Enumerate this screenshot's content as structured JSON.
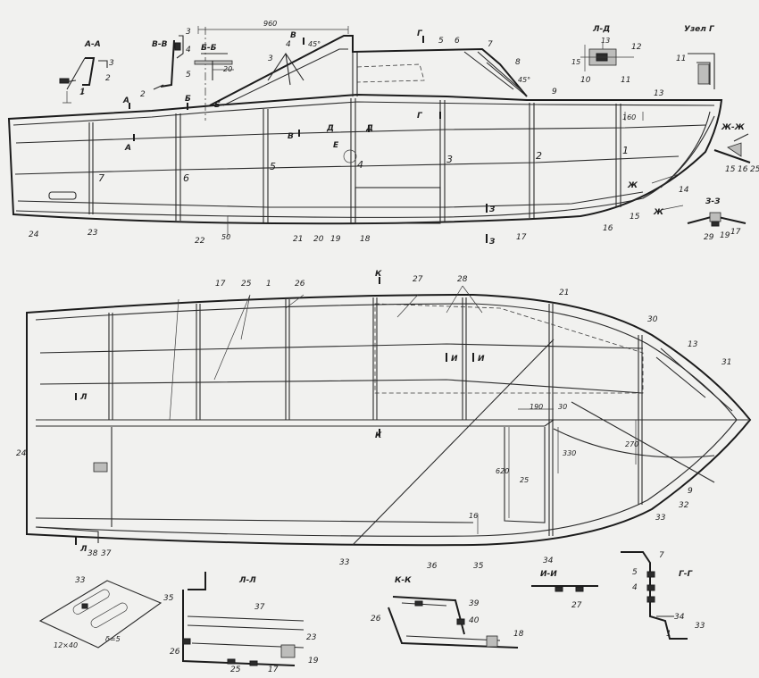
{
  "sections": {
    "AA": "А-А",
    "VV": "В-В",
    "BB": "Б-Б",
    "LD": "Л-Д",
    "uzelG": "Узел Г",
    "ZhZh": "Ж-Ж",
    "ZZ": "З-З",
    "LL": "Л-Л",
    "KK": "К-К",
    "II": "И-И",
    "GG": "Г-Г"
  },
  "dims": {
    "d960": "960",
    "d20": "20",
    "d45a": "45°",
    "d45b": "45°",
    "d160": "160",
    "d50": "50",
    "d190": "190",
    "d30": "30",
    "d330": "330",
    "d270": "270",
    "d620": "620",
    "d25": "25",
    "d16": "16",
    "d13": "13",
    "d15": "15",
    "plate_hole": "12×40",
    "plate_thk": "δ=5"
  },
  "letters": {
    "A": "А",
    "B": "Б",
    "V": "В",
    "G": "Г",
    "D": "Д",
    "E": "Е",
    "Zh": "Ж",
    "Z": "З",
    "K": "К",
    "I": "И",
    "L": "Л"
  },
  "frames": {
    "f1": "1",
    "f2": "2",
    "f3": "3",
    "f4": "4",
    "f5": "5",
    "f6": "6",
    "f7": "7"
  },
  "side_labels": {
    "n1": "1",
    "n2": "2",
    "n3": "3",
    "n4": "4",
    "n5": "5",
    "n6": "6",
    "n7": "7",
    "n8": "8",
    "n9": "9",
    "n13": "13",
    "n14": "14",
    "n15": "15",
    "n16": "16",
    "n17": "17",
    "n18": "18",
    "n19": "19",
    "n20": "20",
    "n21": "21",
    "n22": "22",
    "n23": "23",
    "n24": "24"
  },
  "plan_labels": {
    "n1": "1",
    "n9": "9",
    "n13": "13",
    "n17": "17",
    "n21": "21",
    "n24": "24",
    "n25": "25",
    "n26": "26",
    "n27": "27",
    "n28": "28",
    "n30": "30",
    "n31": "31",
    "n32": "32",
    "n33": "33",
    "n33b": "33",
    "n34": "34",
    "n35": "35",
    "n36": "36",
    "n37": "37",
    "n38": "38"
  },
  "detail_labels": {
    "aa2": "2",
    "aa3": "3",
    "aa1": "1",
    "vv3": "3",
    "vv4": "4",
    "vv5": "5",
    "ld12": "12",
    "ld10": "10",
    "ld11": "11",
    "ug11": "11",
    "zh15": "15",
    "zh16": "16",
    "zh25": "25",
    "zz29": "29",
    "zz19": "19",
    "zz17": "17",
    "pl33": "33",
    "ll35": "35",
    "ll37": "37",
    "ll23": "23",
    "ll26": "26",
    "ll25": "25",
    "ll17": "17",
    "ll19": "19",
    "kk26": "26",
    "kk39": "39",
    "kk40": "40",
    "kk18": "18",
    "ii27": "27",
    "gg7": "7",
    "gg5": "5",
    "gg4": "4",
    "gg34": "34",
    "gg1": "1",
    "gg33": "33"
  }
}
